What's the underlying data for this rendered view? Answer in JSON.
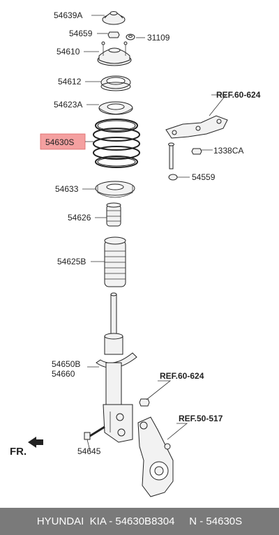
{
  "labels": {
    "l1": "54639A",
    "l2": "54659",
    "l3": "31109",
    "l4": "54610",
    "l5": "54612",
    "l6": "54623A",
    "l7": "54630S",
    "l8": "54633",
    "l9": "54626",
    "l10": "54625B",
    "l11": "54650B",
    "l12": "54660",
    "l13": "54645",
    "l14": "1338CA",
    "l15": "54559"
  },
  "refs": {
    "r1": "REF.60-624",
    "r2": "REF.60-624",
    "r3": "REF.50-517"
  },
  "direction": "FR.",
  "footer": "HYUNDAI  KIA - 54630B8304     N - 54630S",
  "colors": {
    "highlight": "#f4a0a0",
    "highlight_border": "#d66",
    "footer_bg": "#7a7a7a"
  }
}
